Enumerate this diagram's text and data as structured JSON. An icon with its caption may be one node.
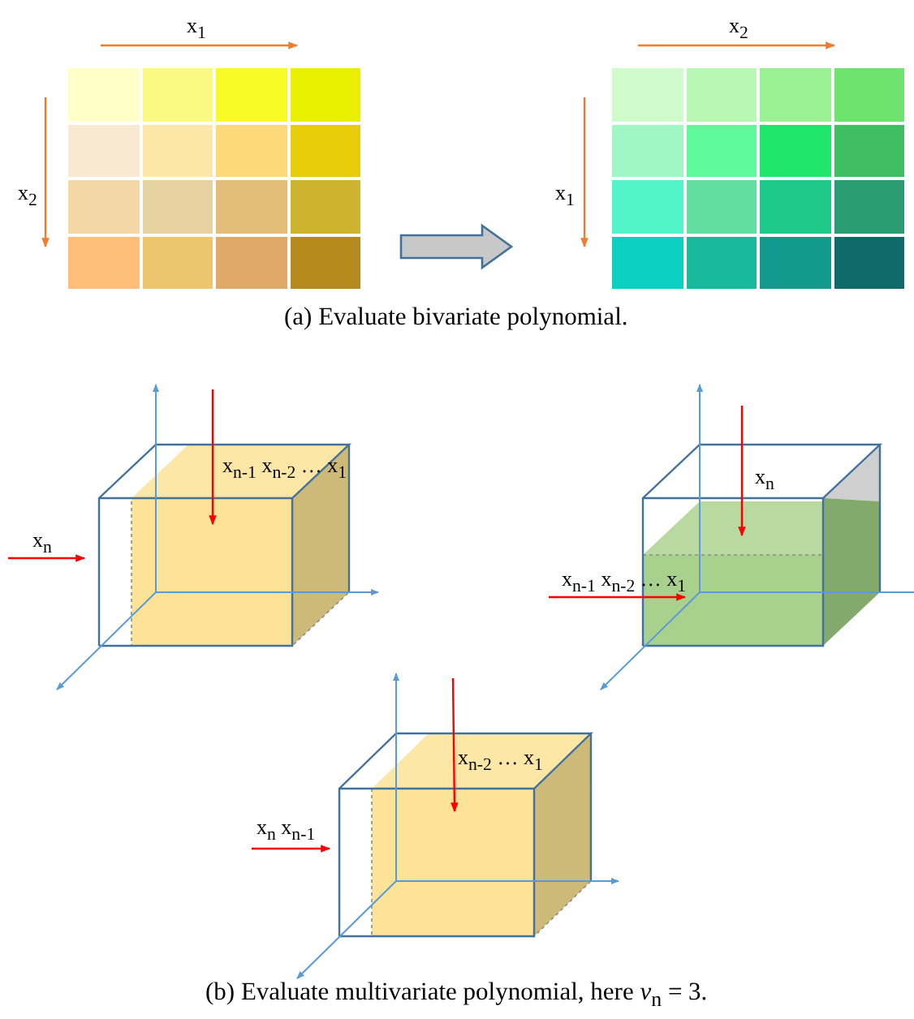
{
  "diagram": {
    "caption": "(b) Evaluate multivariate polynomial, here *v*$_{n}$ = 3.",
    "nodes": [
      {
        "text": [],
        "shape": "box"
      },
      {
        "text": [],
        "shape": "box"
      }
    ],
    "edges": [
      {
        "from": 0,
        "to": 1,
        "arrow": "to"
      }
    ],
    "labels": [
      "x$_{1}$",
      "x$_{2}$",
      "x$_{2}$",
      "x$_{1}$",
      "(a) Evaluate bivariate polynomial.",
      "x$_{n-1}$ x$_{n-2}$ … x$_{1}$",
      "x$_{n}$",
      "x$_{n}$",
      "x$_{n-1}$ x$_{n-2}$ … x$_{1}$",
      "x$_{n-2}$ … x$_{1}$",
      "x$_{n}$ x$_{n-1}$"
    ]
  }
}
